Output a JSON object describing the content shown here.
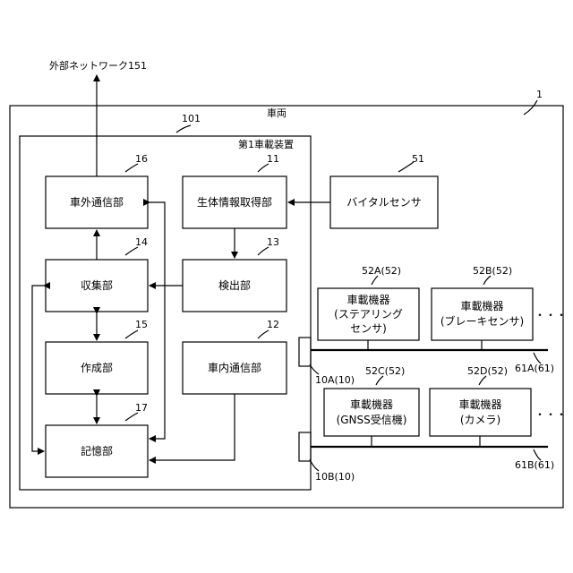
{
  "external_network": "外部ネットワーク151",
  "vehicle": {
    "ref": "1",
    "label": "車両"
  },
  "device": {
    "ref": "101",
    "label": "第1車載装置"
  },
  "units": {
    "comm_ext": {
      "ref": "16",
      "label": "車外通信部"
    },
    "bio": {
      "ref": "11",
      "label": "生体情報取得部"
    },
    "collect": {
      "ref": "14",
      "label": "収集部"
    },
    "detect": {
      "ref": "13",
      "label": "検出部"
    },
    "create": {
      "ref": "15",
      "label": "作成部"
    },
    "comm_int": {
      "ref": "12",
      "label": "車内通信部"
    },
    "storage": {
      "ref": "17",
      "label": "記憶部"
    }
  },
  "vital_sensor": {
    "ref": "51",
    "label": "バイタルセンサ"
  },
  "devices": {
    "a": {
      "ref": "52A(52)",
      "line1": "車載機器",
      "line2": "(ステアリング",
      "line3": "センサ)"
    },
    "b": {
      "ref": "52B(52)",
      "line1": "車載機器",
      "line2": "(ブレーキセンサ)"
    },
    "c": {
      "ref": "52C(52)",
      "line1": "車載機器",
      "line2": "(GNSS受信機)"
    },
    "d": {
      "ref": "52D(52)",
      "line1": "車載機器",
      "line2": "(カメラ)"
    }
  },
  "ellipsis": "・・・",
  "ports": {
    "a": "10A(10)",
    "b": "10B(10)"
  },
  "buses": {
    "a": "61A(61)",
    "b": "61B(61)"
  }
}
